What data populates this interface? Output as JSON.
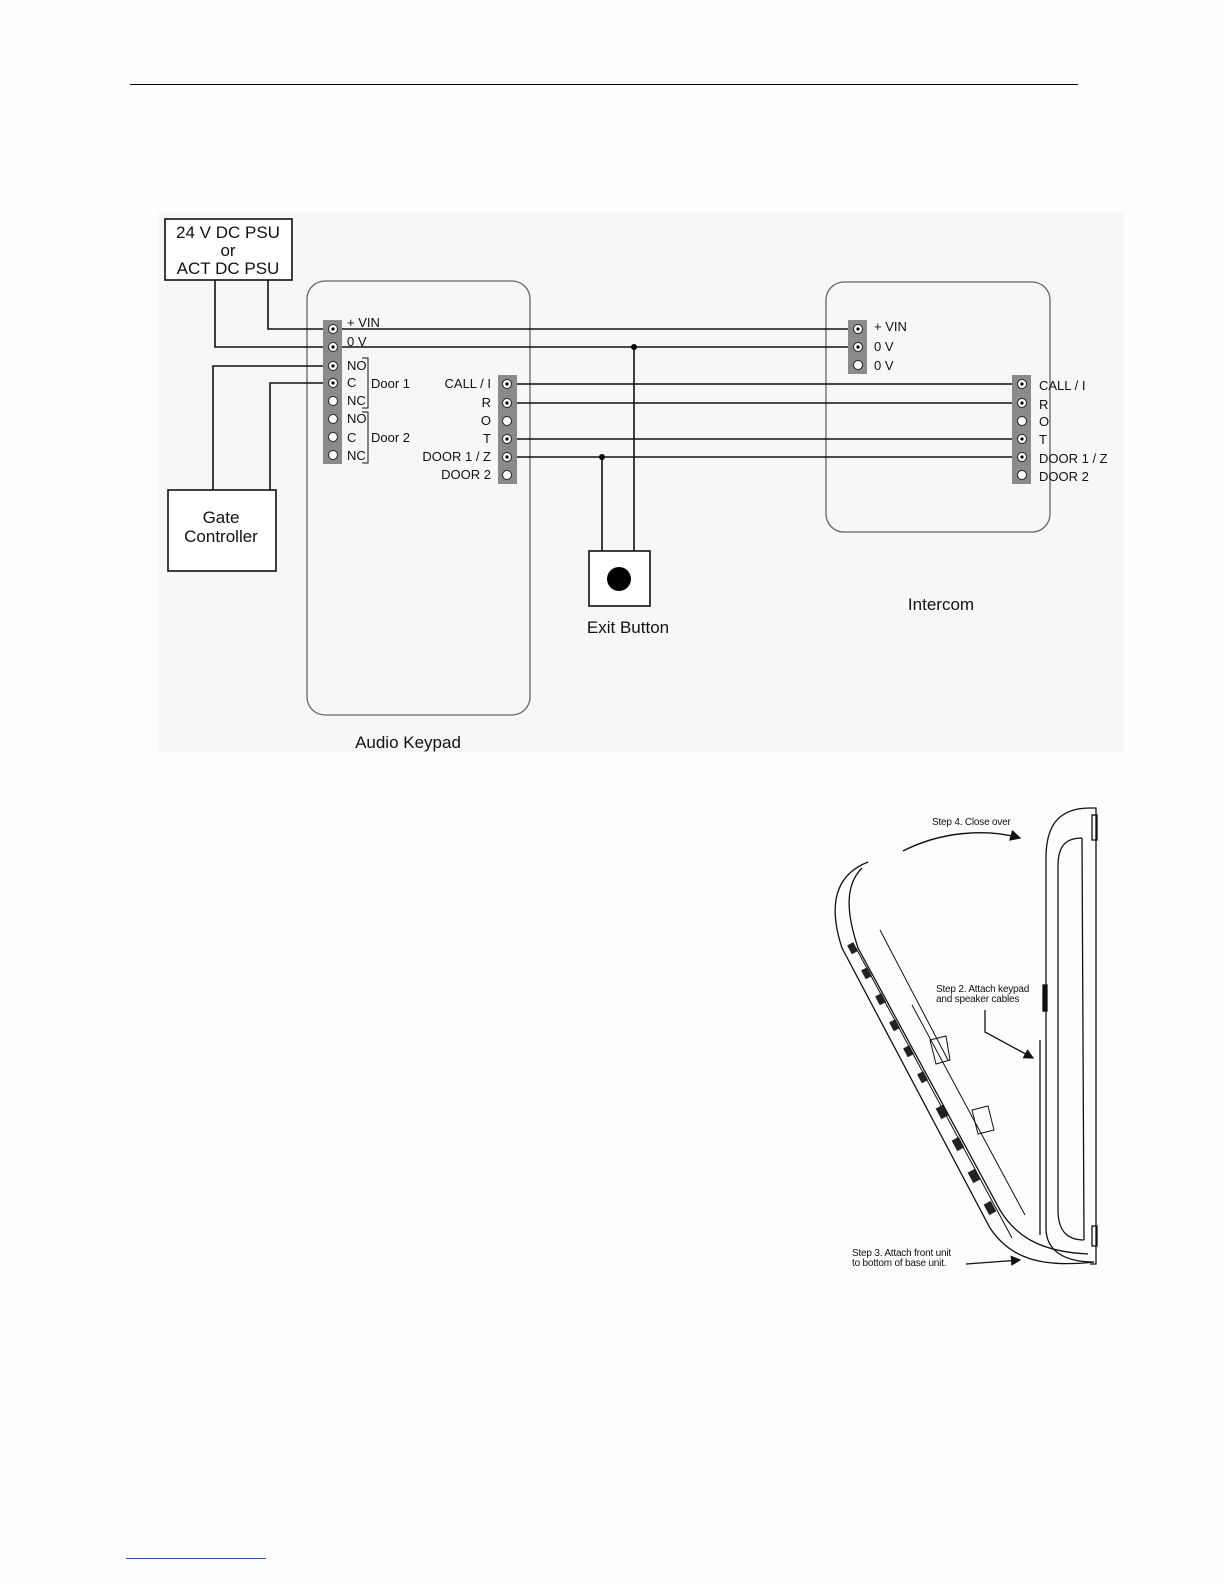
{
  "wiring": {
    "psu": {
      "line1": "24 V DC PSU",
      "line2": "or",
      "line3": "ACT DC PSU"
    },
    "gate_controller": {
      "line1": "Gate",
      "line2": "Controller"
    },
    "audio_keypad": {
      "title": "Audio Keypad",
      "left_terminals": [
        "+ VIN",
        "0 V",
        "NO",
        "C",
        "NC",
        "NO",
        "C",
        "NC"
      ],
      "door1_label": "Door 1",
      "door2_label": "Door 2",
      "right_terminals": [
        "CALL / I",
        "R",
        "O",
        "T",
        "DOOR 1 / Z",
        "DOOR 2"
      ]
    },
    "exit_button": {
      "label": "Exit Button"
    },
    "intercom": {
      "title": "Intercom",
      "power_terminals": [
        "+ VIN",
        "0 V",
        "0 V"
      ],
      "signal_terminals": [
        "CALL / I",
        "R",
        "O",
        "T",
        "DOOR 1 / Z",
        "DOOR 2"
      ]
    }
  },
  "assembly": {
    "step4": "Step 4. Close over",
    "step2_line1": "Step 2. Attach keypad",
    "step2_line2": "and speaker cables",
    "step3_line1": "Step 3. Attach front unit",
    "step3_line2": "to bottom of base unit."
  }
}
